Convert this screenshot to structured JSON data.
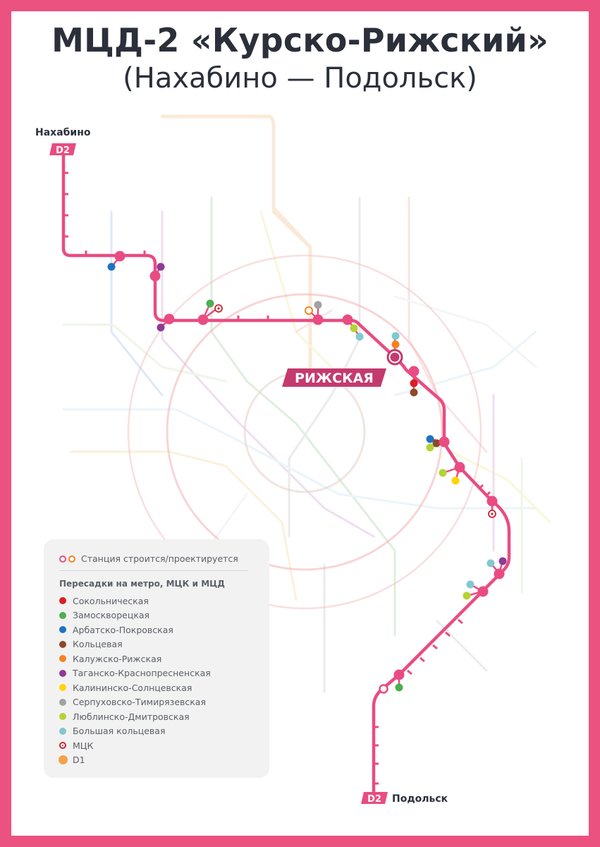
{
  "title": "МЦД-2 «Курско-Рижский»",
  "subtitle": "(Нахабино — Подольск)",
  "line_color": "#e94c82",
  "termini": {
    "north_name": "Нахабино",
    "south_name": "Подольск",
    "badge": "D2"
  },
  "featured_station": "РИЖСКАЯ",
  "legend": {
    "building_label": "Станция строится/проектируется",
    "heading": "Пересадки на метро, МЦК и МЦД",
    "items": [
      {
        "label": "Сокольническая",
        "color": "#d81f26",
        "kind": "dot"
      },
      {
        "label": "Замоскворецкая",
        "color": "#4caf50",
        "kind": "dot"
      },
      {
        "label": "Арбатско-Покровская",
        "color": "#1f73c4",
        "kind": "dot"
      },
      {
        "label": "Кольцевая",
        "color": "#8b4a2b",
        "kind": "dot"
      },
      {
        "label": "Калужско-Рижская",
        "color": "#f58220",
        "kind": "dot"
      },
      {
        "label": "Таганско-Краснопресненская",
        "color": "#8e3a96",
        "kind": "dot"
      },
      {
        "label": "Калининско-Солнцевская",
        "color": "#ffd400",
        "kind": "dot"
      },
      {
        "label": "Серпуховско-Тимирязевская",
        "color": "#a1a2a3",
        "kind": "dot"
      },
      {
        "label": "Люблинско-Дмитровская",
        "color": "#b4d335",
        "kind": "dot"
      },
      {
        "label": "Большая кольцевая",
        "color": "#82c8d0",
        "kind": "dot"
      },
      {
        "label": "МЦК",
        "color": "#c8262d",
        "kind": "mck"
      },
      {
        "label": "D1",
        "color": "#f5a24b",
        "kind": "big"
      }
    ]
  },
  "icons": {
    "terminus_badge": "d2-badge-icon",
    "mck": "mck-ring-icon",
    "building": "open-ring-icon"
  }
}
